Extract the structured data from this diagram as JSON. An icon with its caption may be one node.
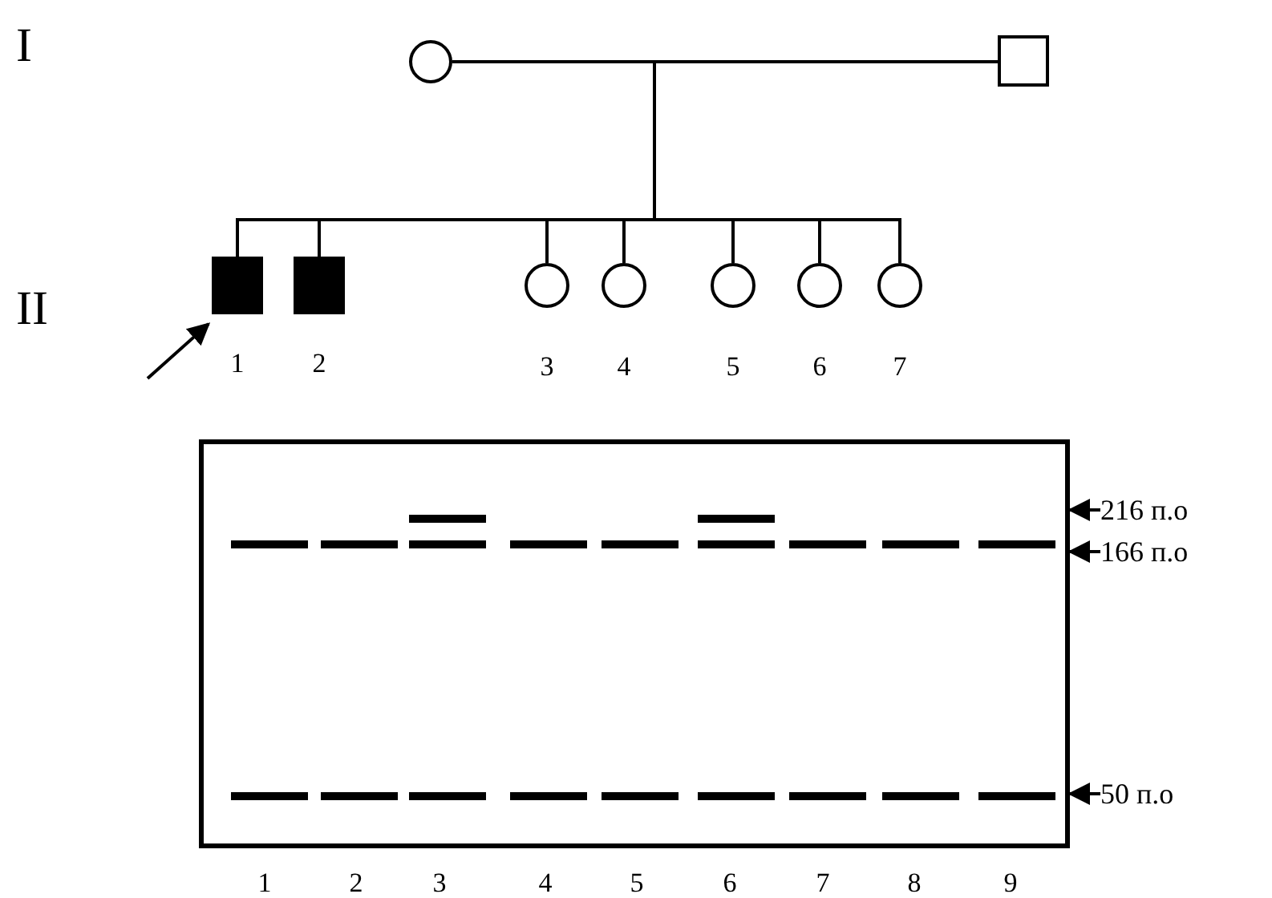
{
  "diagram": {
    "nodes": [
      {
        "text": [],
        "shape": "circle"
      },
      {
        "text": [],
        "shape": "box"
      },
      {
        "text": [],
        "shape": "box",
        "beside": [
          "1"
        ]
      },
      {
        "text": [],
        "shape": "box",
        "beside": [
          "2"
        ]
      },
      {
        "text": [],
        "shape": "circle",
        "beside": [
          "3"
        ]
      },
      {
        "text": [],
        "shape": "circle",
        "beside": [
          "4"
        ]
      },
      {
        "text": [],
        "shape": "circle",
        "beside": [
          "5"
        ]
      },
      {
        "text": [],
        "shape": "circle",
        "beside": [
          "6"
        ]
      },
      {
        "text": [],
        "shape": "circle",
        "beside": [
          "7"
        ]
      },
      {
        "text": [],
        "shape": "box"
      },
      {
        "text": [
          "216 п.о"
        ]
      },
      {
        "text": [
          "166 п.о"
        ]
      },
      {
        "text": [
          "50 п.о"
        ]
      }
    ],
    "edges": [
      {
        "from": 0,
        "to": 1,
        "arrow": "none"
      },
      {
        "from": 0,
        "to": 2,
        "arrow": "none"
      },
      {
        "from": 0,
        "to": 3,
        "arrow": "none"
      },
      {
        "from": 0,
        "to": 4,
        "arrow": "none"
      },
      {
        "from": 0,
        "to": 5,
        "arrow": "none"
      },
      {
        "from": 0,
        "to": 6,
        "arrow": "none"
      },
      {
        "from": 0,
        "to": 7,
        "arrow": "none"
      },
      {
        "from": 0,
        "to": 8,
        "arrow": "none"
      },
      {
        "from": null,
        "to": 2,
        "arrow": "to"
      },
      {
        "from": 10,
        "to": 9,
        "arrow": "to"
      },
      {
        "from": 11,
        "to": 9,
        "arrow": "to"
      },
      {
        "from": 12,
        "to": 9,
        "arrow": "to"
      }
    ],
    "labels": [
      "I",
      "II",
      "1",
      "2",
      "3",
      "4",
      "5",
      "6",
      "7",
      "8",
      "9"
    ]
  }
}
